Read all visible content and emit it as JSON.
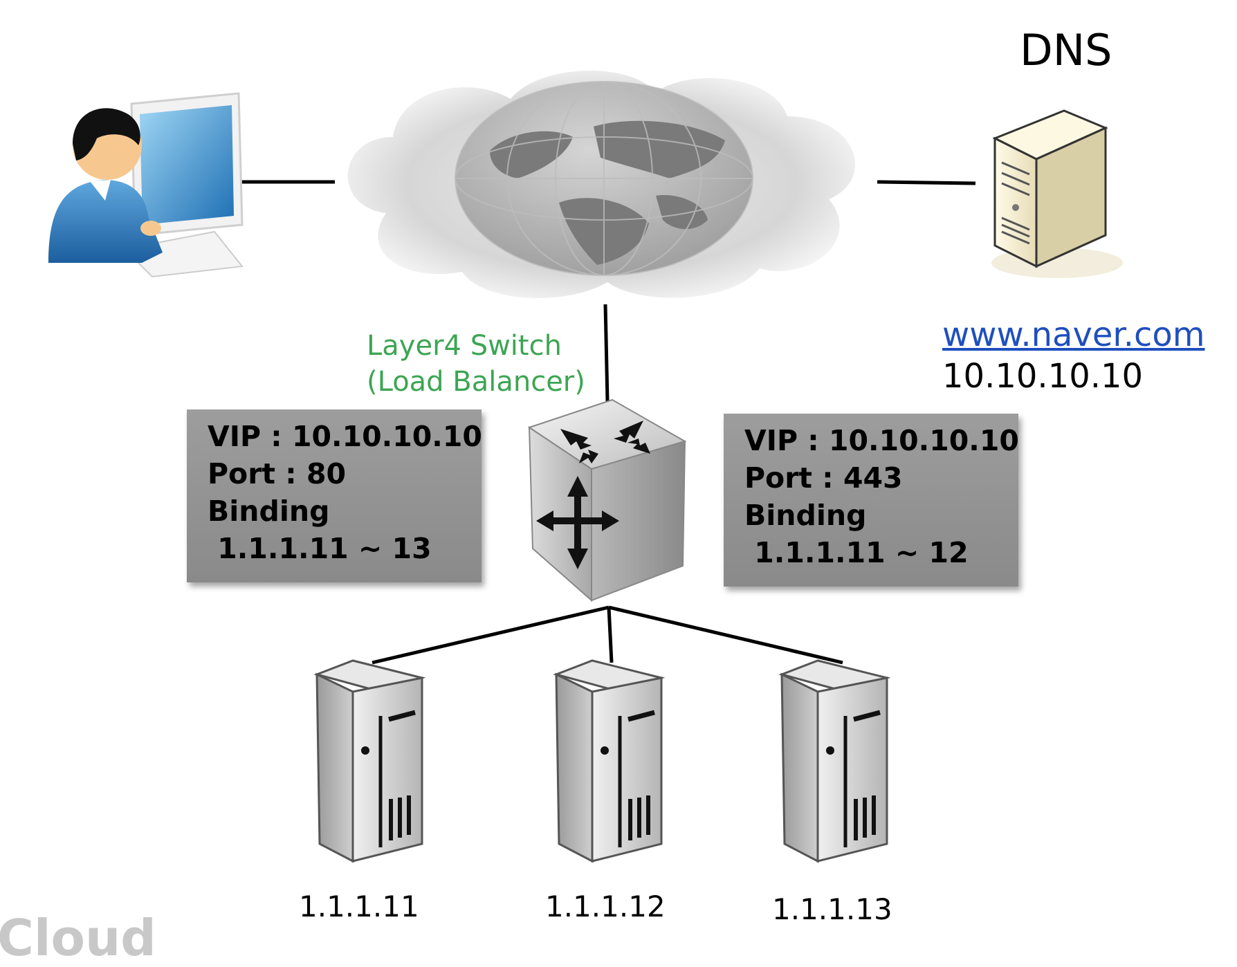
{
  "dns": {
    "title": "DNS",
    "domain": "www.naver.com",
    "ip": "10.10.10.10"
  },
  "load_balancer": {
    "label_line1": "Layer4 Switch",
    "label_line2": "(Load Balancer)"
  },
  "vip_left": {
    "line1": "VIP : 10.10.10.10",
    "line2": "Port : 80",
    "line3": "Binding",
    "line4": " 1.1.1.11 ~ 13"
  },
  "vip_right": {
    "line1": "VIP : 10.10.10.10",
    "line2": "Port : 443",
    "line3": "Binding",
    "line4": " 1.1.1.11 ~ 12"
  },
  "servers": [
    "1.1.1.11",
    "1.1.1.12",
    "1.1.1.13"
  ],
  "watermark": "Cloud",
  "colors": {
    "lb_label": "#3da553",
    "link": "#1f4fbf",
    "box": "#9a9a9a"
  },
  "icons": [
    "user-computer-icon",
    "internet-cloud-icon",
    "dns-server-icon",
    "layer4-switch-icon",
    "server-icon"
  ]
}
